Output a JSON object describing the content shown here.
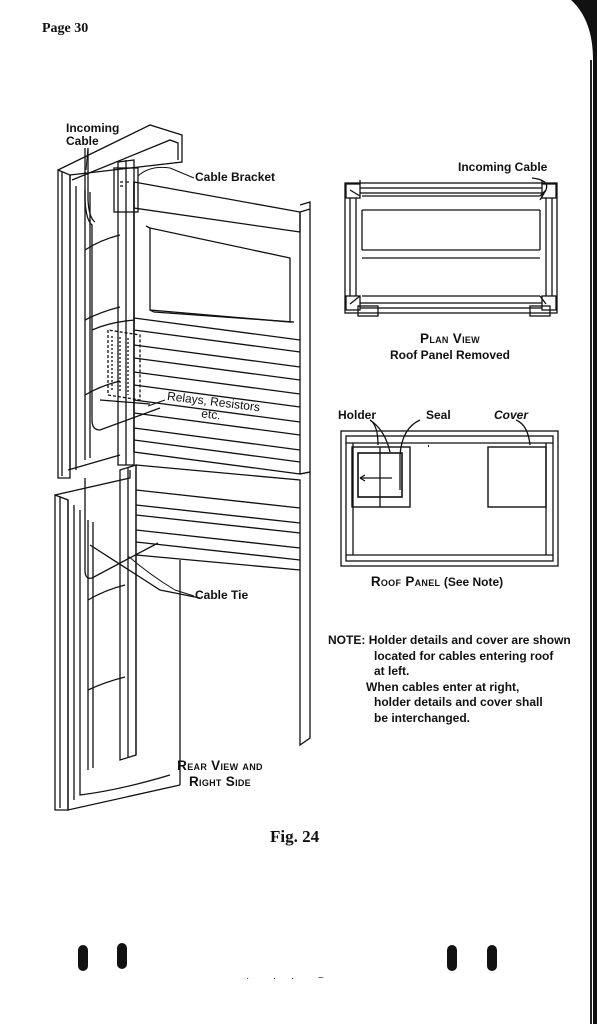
{
  "page_number": "Page 30",
  "figure_label": "Fig. 24",
  "rear_view": {
    "labels": {
      "incoming_cable": [
        "Incoming",
        "Cable"
      ],
      "cable_bracket": "Cable Bracket",
      "relays_resistors": [
        "Relays, Resistors",
        "etc."
      ],
      "cable_tie": "Cable Tie"
    },
    "caption": [
      "Rear View and",
      "Right Side"
    ]
  },
  "plan_view": {
    "labels": {
      "incoming_cable": "Incoming Cable"
    },
    "caption": "Plan View",
    "subcaption": "Roof Panel Removed"
  },
  "roof_panel": {
    "labels": {
      "holder": "Holder",
      "seal": "Seal",
      "cover": "Cover"
    },
    "caption": "Roof Panel",
    "caption_note": "(See Note)"
  },
  "note": {
    "heading": "NOTE:",
    "lines": [
      "Holder details and cover are shown",
      "located for cables entering roof",
      "at left.",
      "When cables enter at right,",
      "holder details and cover shall",
      "be interchanged."
    ]
  }
}
